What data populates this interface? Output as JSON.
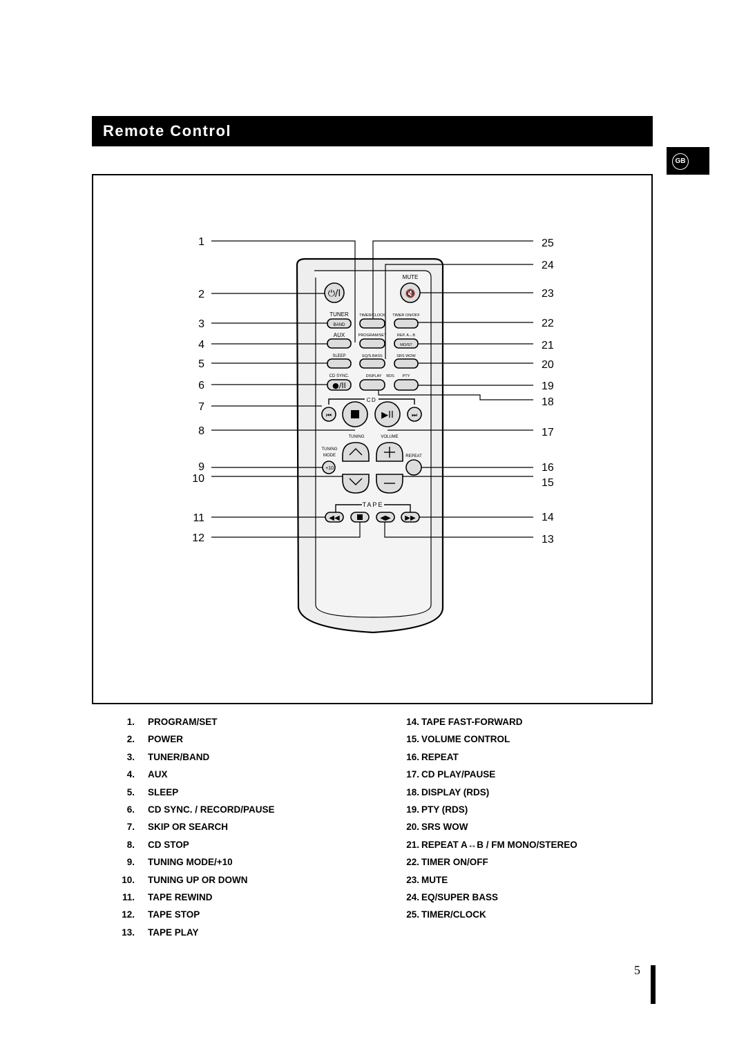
{
  "header": {
    "title": "Remote Control",
    "lang_badge": "GB"
  },
  "callouts": {
    "left": [
      "1",
      "2",
      "3",
      "4",
      "5",
      "6",
      "7",
      "8",
      "9",
      "10",
      "11",
      "12"
    ],
    "right": [
      "25",
      "24",
      "23",
      "22",
      "21",
      "20",
      "19",
      "18",
      "17",
      "16",
      "15",
      "14",
      "13"
    ]
  },
  "remote": {
    "mute": "MUTE",
    "tuner": "TUNER",
    "band": "BAND",
    "aux": "AUX",
    "sleep": "SLEEP",
    "cd_sync": "CD SYNC.",
    "timer_clock": "TIMER/CLOCK",
    "program_set": "PROGRAM/SET",
    "eq_bass": "EQ/S.BASS",
    "display": "DISPLAY",
    "rds": "RDS",
    "pty": "PTY",
    "timer_onoff": "TIMER ON/OFF",
    "rep_ab": "REP. A↔B",
    "mo_st": "MO/ST",
    "srs_wow": "SRS WOW",
    "cd": "CD",
    "tuning": "TUNING",
    "volume": "VOLUME",
    "tuning_mode_1": "TUNING",
    "tuning_mode_2": "MODE",
    "plus10": "+10",
    "repeat": "REPEAT",
    "tape": "TAPE"
  },
  "legend": [
    {
      "num": "1.",
      "label": "PROGRAM/SET"
    },
    {
      "num": "2.",
      "label": "POWER"
    },
    {
      "num": "3.",
      "label": "TUNER/BAND"
    },
    {
      "num": "4.",
      "label": "AUX"
    },
    {
      "num": "5.",
      "label": "SLEEP"
    },
    {
      "num": "6.",
      "label": "CD SYNC. / RECORD/PAUSE"
    },
    {
      "num": "7.",
      "label": "SKIP OR SEARCH"
    },
    {
      "num": "8.",
      "label": "CD STOP"
    },
    {
      "num": "9.",
      "label": "TUNING MODE/+10"
    },
    {
      "num": "10.",
      "label": "TUNING UP OR DOWN"
    },
    {
      "num": "11.",
      "label": "TAPE REWIND"
    },
    {
      "num": "12.",
      "label": "TAPE STOP"
    },
    {
      "num": "13.",
      "label": "TAPE PLAY"
    },
    {
      "num": "14.",
      "label": "TAPE FAST-FORWARD"
    },
    {
      "num": "15.",
      "label": "VOLUME CONTROL"
    },
    {
      "num": "16.",
      "label": "REPEAT"
    },
    {
      "num": "17.",
      "label": "CD PLAY/PAUSE"
    },
    {
      "num": "18.",
      "label": "DISPLAY (RDS)"
    },
    {
      "num": "19.",
      "label": "PTY (RDS)"
    },
    {
      "num": "20.",
      "label": "SRS WOW"
    },
    {
      "num": "21.",
      "label": "REPEAT A↔B / FM MONO/STEREO"
    },
    {
      "num": "22.",
      "label": "TIMER ON/OFF"
    },
    {
      "num": "23.",
      "label": "MUTE"
    },
    {
      "num": "24.",
      "label": "EQ/SUPER BASS"
    },
    {
      "num": "25.",
      "label": "TIMER/CLOCK"
    }
  ],
  "footer": {
    "page_number": "5"
  }
}
